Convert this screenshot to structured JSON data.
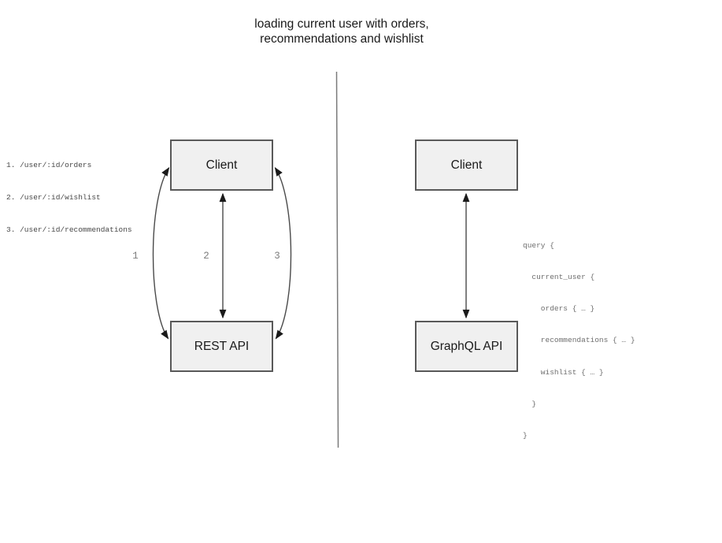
{
  "title": {
    "line1": "loading current user with orders,",
    "line2": "recommendations and wishlist"
  },
  "rest_panel": {
    "client_label": "Client",
    "api_label": "REST API",
    "endpoints": [
      "1. /user/:id/orders",
      "2. /user/:id/wishlist",
      "3. /user/:id/recommendations"
    ],
    "arrow_labels": [
      "1",
      "2",
      "3"
    ]
  },
  "graphql_panel": {
    "client_label": "Client",
    "api_label": "GraphQL API",
    "query_lines": [
      "query {",
      "  current_user {",
      "    orders { … }",
      "    recommendations { … }",
      "    wishlist { … }",
      "  }",
      "}"
    ]
  },
  "colors": {
    "box_fill": "#f0f0f0",
    "box_border": "#595959",
    "arrow": "#4a4a4a",
    "arrowhead": "#1a1a1a",
    "divider": "#7a7a7a",
    "title_text": "#1a1a1a",
    "box_text": "#1a1a1a",
    "endpoint_text": "#474747",
    "code_text": "#6e6e6e",
    "number_text": "#7d7d7d"
  }
}
